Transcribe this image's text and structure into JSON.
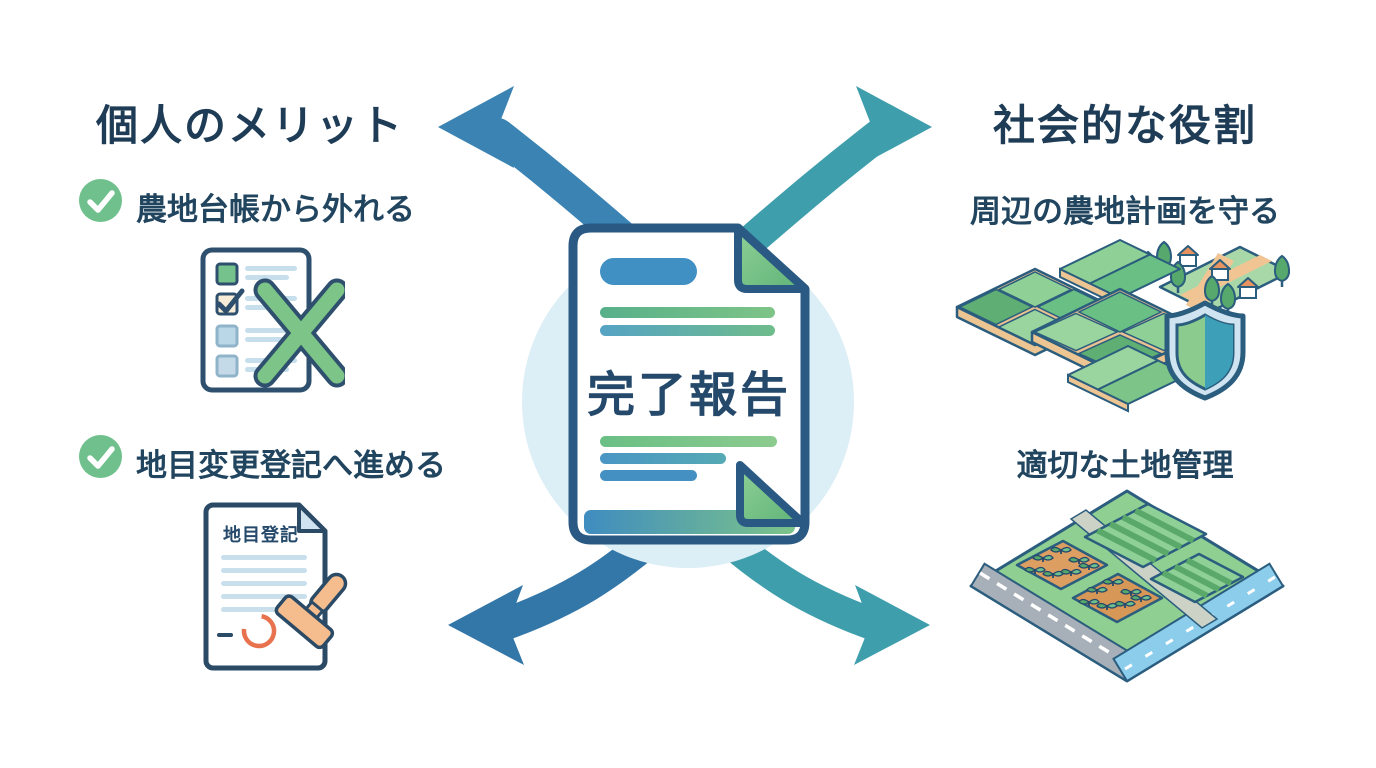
{
  "diagram": {
    "center": {
      "document_label": "完了報告"
    },
    "left": {
      "title": "個人のメリット",
      "items": [
        {
          "label": "農地台帳から外れる",
          "icon": "check-circle-icon"
        },
        {
          "label": "地目変更登記へ進める",
          "icon": "check-circle-icon"
        }
      ],
      "stamp_document_title": "地目登記"
    },
    "right": {
      "title": "社会的な役割",
      "items": [
        {
          "label": "周辺の農地計画を守る"
        },
        {
          "label": "適切な土地管理"
        }
      ]
    },
    "icons": {
      "center": "completion-report-document-icon",
      "left_top": "checklist-crossed-icon",
      "left_bottom": "stamped-document-icon",
      "right_top": "farmland-shield-icon",
      "right_bottom": "managed-land-icon"
    },
    "colors": {
      "arrow_blue": "#3a83b3",
      "arrow_blue_dark": "#3376a8",
      "arrow_teal": "#3f9eac",
      "check_green": "#6fc08d",
      "text_navy": "#1e3c56",
      "doc_border_navy": "#2a5a84",
      "halo_blue": "#dceef6"
    }
  }
}
